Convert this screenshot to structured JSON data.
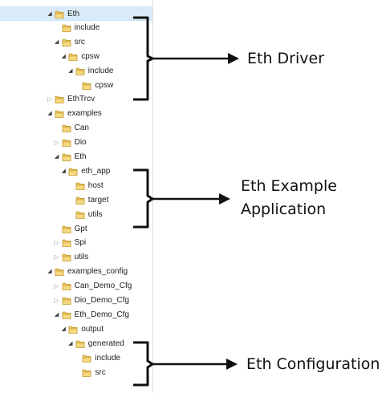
{
  "tree": [
    {
      "label": "Eth",
      "state": "expanded",
      "selected": true
    },
    {
      "label": "include",
      "state": "leaf"
    },
    {
      "label": "src",
      "state": "expanded"
    },
    {
      "label": "cpsw",
      "state": "expanded"
    },
    {
      "label": "include",
      "state": "expanded"
    },
    {
      "label": "cpsw",
      "state": "leaf"
    },
    {
      "label": "EthTrcv",
      "state": "collapsed"
    },
    {
      "label": "examples",
      "state": "expanded"
    },
    {
      "label": "Can",
      "state": "leaf"
    },
    {
      "label": "Dio",
      "state": "collapsed"
    },
    {
      "label": "Eth",
      "state": "expanded"
    },
    {
      "label": "eth_app",
      "state": "expanded"
    },
    {
      "label": "host",
      "state": "leaf"
    },
    {
      "label": "target",
      "state": "leaf"
    },
    {
      "label": "utils",
      "state": "leaf"
    },
    {
      "label": "Gpt",
      "state": "leaf"
    },
    {
      "label": "Spi",
      "state": "collapsed"
    },
    {
      "label": "utils",
      "state": "collapsed"
    },
    {
      "label": "examples_config",
      "state": "expanded"
    },
    {
      "label": "Can_Demo_Cfg",
      "state": "collapsed"
    },
    {
      "label": "Dio_Demo_Cfg",
      "state": "collapsed"
    },
    {
      "label": "Eth_Demo_Cfg",
      "state": "expanded"
    },
    {
      "label": "output",
      "state": "expanded"
    },
    {
      "label": "generated",
      "state": "expanded"
    },
    {
      "label": "include",
      "state": "leaf"
    },
    {
      "label": "src",
      "state": "leaf"
    }
  ],
  "annotations": [
    {
      "lines": [
        "Eth Driver"
      ]
    },
    {
      "lines": [
        "Eth Example",
        "Application"
      ]
    },
    {
      "lines": [
        "Eth Configuration"
      ]
    }
  ],
  "colors": {
    "folder_body": "#e8c35a",
    "folder_front": "#f6d97e",
    "folder_edge": "#b98d22",
    "selection": "#d9ebf9",
    "ink": "#111111"
  },
  "icons": {
    "expanded": "triangle-down-right-icon",
    "collapsed": "triangle-right-icon",
    "folder": "folder-icon"
  }
}
